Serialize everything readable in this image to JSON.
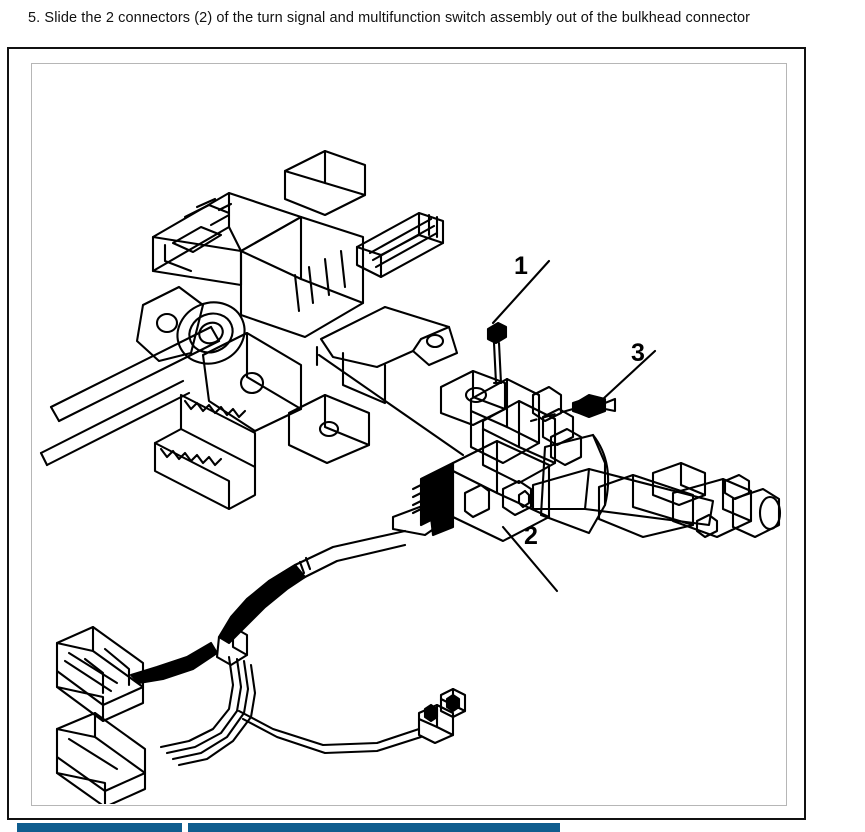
{
  "instruction": {
    "step_number": "5.",
    "text": "5. Slide the 2 connectors (2) of the turn signal and multifunction switch assembly out of the bulkhead connector"
  },
  "figure": {
    "title": "turn-signal-and-multifunction-switch-exploded-view",
    "frame": {
      "outer_border_color": "#111111",
      "inner_border_color": "#b6b6b6",
      "background_color": "#ffffff"
    },
    "line_color": "#000000",
    "callouts": [
      {
        "id": "1",
        "label": "1",
        "refers_to": "upper-mounting-screw"
      },
      {
        "id": "2",
        "label": "2",
        "refers_to": "turn-signal-and-multifunction-switch-assembly-connectors"
      },
      {
        "id": "3",
        "label": "3",
        "refers_to": "lower-mounting-screw"
      }
    ],
    "parts": [
      {
        "name": "steering-column-assembly"
      },
      {
        "name": "steering-shaft"
      },
      {
        "name": "multifunction-switch-body"
      },
      {
        "name": "multifunction-switch-stalk-lever"
      },
      {
        "name": "wiring-harness"
      },
      {
        "name": "bulkhead-connector-upper"
      },
      {
        "name": "bulkhead-connector-lower"
      },
      {
        "name": "small-two-pin-connector"
      }
    ]
  },
  "bottom_bars": {
    "color": "#0f5d8e",
    "items": [
      {
        "name": "bottom-bar-left"
      },
      {
        "name": "bottom-bar-right"
      }
    ]
  }
}
